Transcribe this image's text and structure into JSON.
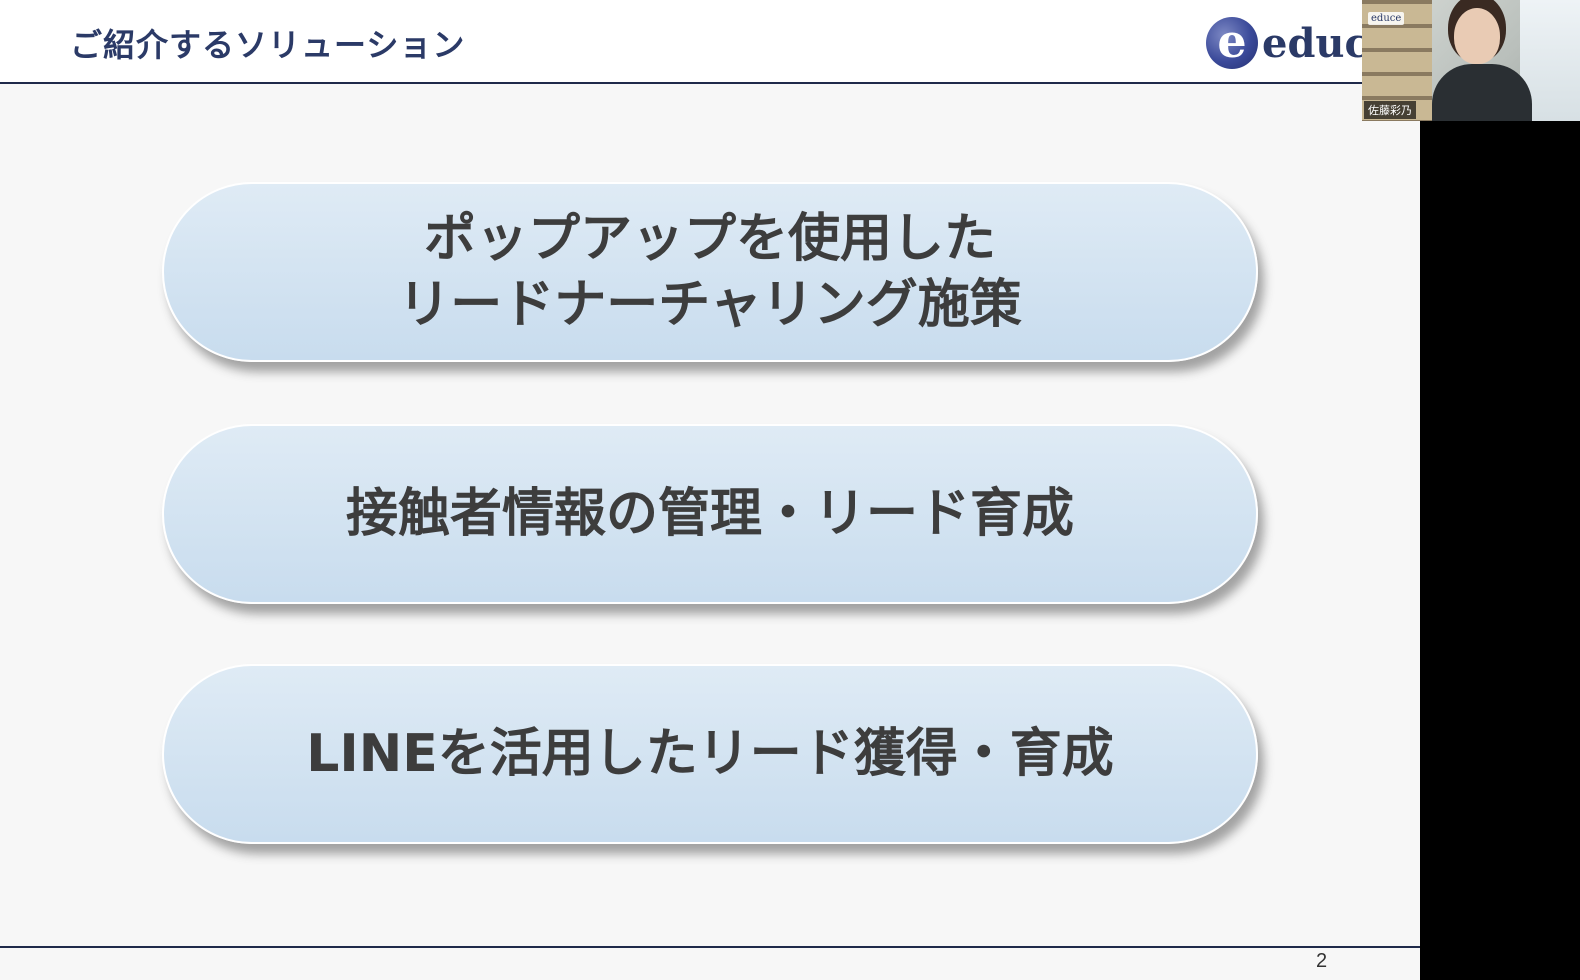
{
  "slide": {
    "title": "ご紹介するソリューション",
    "logo_text": "educ",
    "logo_mark": "e",
    "page_number": "2"
  },
  "solutions": [
    {
      "line1": "ポップアップを使用した",
      "line2": "リードナーチャリング施策"
    },
    {
      "line1": "接触者情報の管理・リード育成"
    },
    {
      "line1": "LINEを活用したリード獲得・育成"
    }
  ],
  "participant": {
    "name": "佐藤彩乃",
    "logo_text": "educe"
  },
  "colors": {
    "title": "#2b3a67",
    "pill_fill": "#d6e5f2",
    "pill_text": "#3d3d3d",
    "divider": "#1f2a4a"
  }
}
